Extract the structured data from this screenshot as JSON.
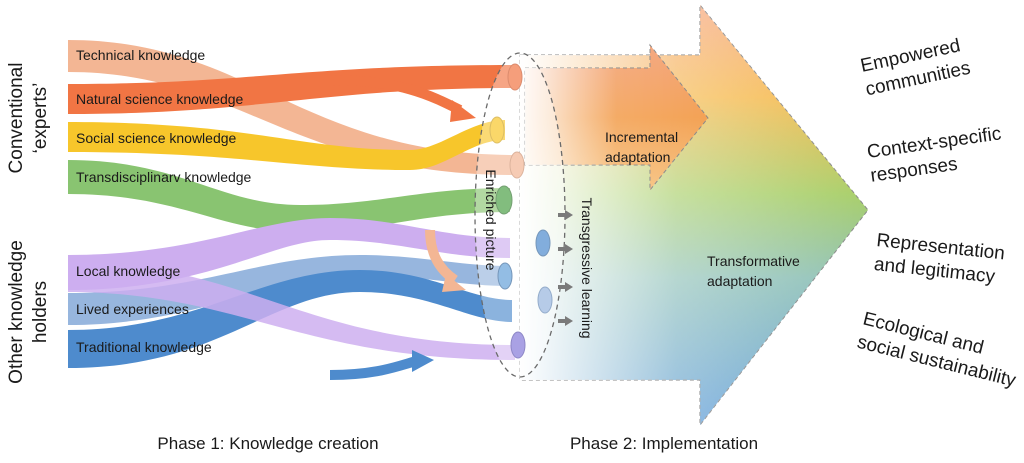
{
  "groups": {
    "experts": [
      "Conventional",
      "‘experts’"
    ],
    "others": [
      "Other knowledge",
      "holders"
    ]
  },
  "sources": [
    {
      "label": "Technical knowledge",
      "color": "#f2b08c"
    },
    {
      "label": "Natural science knowledge",
      "color": "#f06a35"
    },
    {
      "label": "Social science knowledge",
      "color": "#f7c21a"
    },
    {
      "label": "Transdisciplinarv knowledge",
      "color": "#7fbf65"
    },
    {
      "label": "Local knowledge",
      "color": "#c9a8ee"
    },
    {
      "label": "Lived experiences",
      "color": "#8fb0dc"
    },
    {
      "label": "Traditional knowledge",
      "color": "#3f82c9"
    }
  ],
  "center": {
    "enriched_picture": "Enriched picture",
    "transgressive_learning": "Transgressive learning"
  },
  "adaptation": {
    "incremental": [
      "Incremental",
      "adaptation"
    ],
    "transformative": [
      "Transformative",
      "adaptation"
    ]
  },
  "outcomes": [
    [
      "Empowered",
      "communities"
    ],
    [
      "Context-specific",
      "responses"
    ],
    [
      "Representation",
      "and legitimacy"
    ],
    [
      "Ecological and",
      "social sustainability"
    ]
  ],
  "phases": {
    "phase1": "Phase 1: Knowledge creation",
    "phase2": "Phase 2: Implementation"
  },
  "colors": {
    "orange": "#f06a35",
    "yellow": "#f7c21a",
    "green": "#7fbf65",
    "blue": "#3f82c9",
    "purple": "#c9a8ee"
  }
}
